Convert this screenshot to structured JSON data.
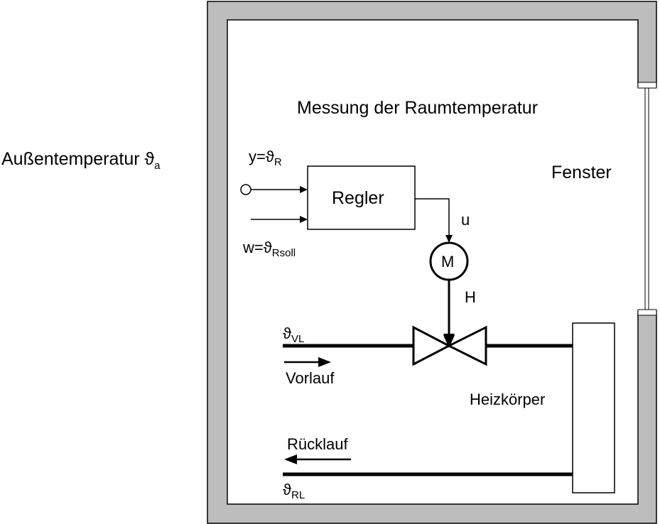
{
  "labels": {
    "outside_temperature": "Außentemperatur ϑ",
    "outside_temperature_sub": "a",
    "room_measurement": "Messung der Raumtemperatur",
    "window": "Fenster",
    "controller": "Regler",
    "output_var": "y=ϑ",
    "output_var_sub": "R",
    "setpoint_var": "w=ϑ",
    "setpoint_var_sub": "Rsoll",
    "control_signal": "u",
    "motor": "M",
    "stroke": "H",
    "flow_temp": "ϑ",
    "flow_temp_sub": "VL",
    "flow": "Vorlauf",
    "radiator": "Heizkörper",
    "return_flow": "Rücklauf",
    "return_temp": "ϑ",
    "return_temp_sub": "RL"
  },
  "colors": {
    "wall": "#bdbdbd",
    "line": "#000000",
    "background": "#ffffff"
  }
}
